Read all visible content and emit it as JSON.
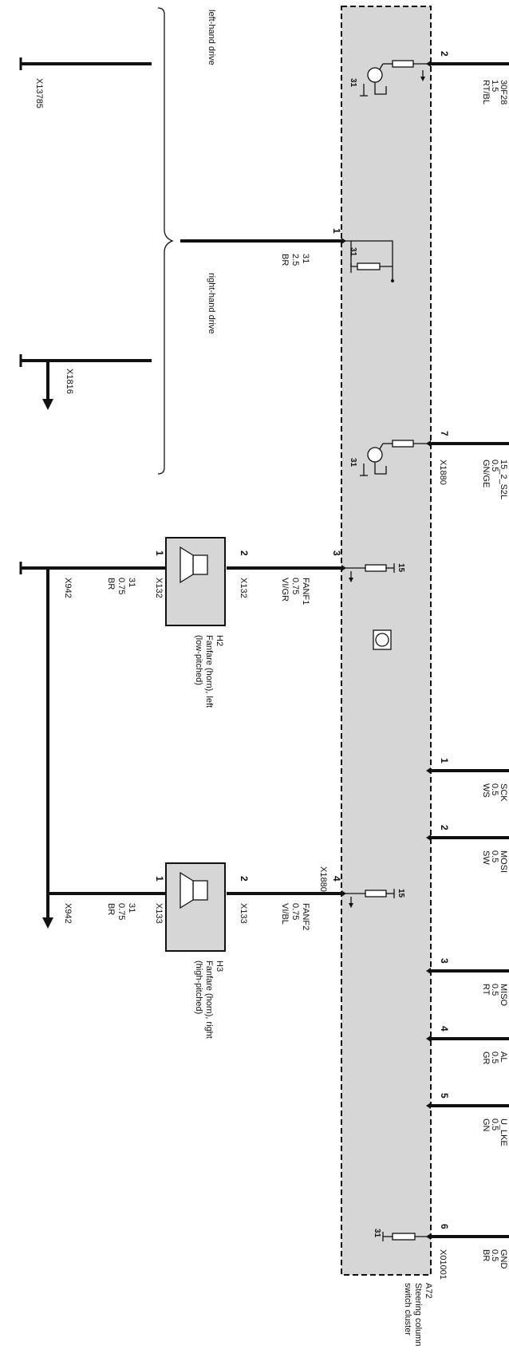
{
  "module": {
    "id": "A72",
    "name_line1": "Steering column",
    "name_line2": "switch cluster",
    "connector_top": "X1880",
    "connector_mid": "X1880",
    "connector_bottom": "X01001",
    "ground_terminal": "31",
    "supply_terminal": "15"
  },
  "right_wires": [
    {
      "pin": "2",
      "signal": "30F28",
      "size": "1.5",
      "color": "RT/BL"
    },
    {
      "pin": "7",
      "signal": "15_2_S2L",
      "size": "0.5",
      "color": "GN/GE"
    },
    {
      "pin": "1",
      "signal": "SCK",
      "size": "0.5",
      "color": "WS"
    },
    {
      "pin": "2",
      "signal": "MOSI",
      "size": "0.5",
      "color": "SW"
    },
    {
      "pin": "3",
      "signal": "MISO",
      "size": "0.5",
      "color": "RT"
    },
    {
      "pin": "4",
      "signal": "AL",
      "size": "0.5",
      "color": "GR"
    },
    {
      "pin": "5",
      "signal": "U_LKE",
      "size": "0.5",
      "color": "GN"
    },
    {
      "pin": "6",
      "signal": "GND",
      "size": "0.5",
      "color": "BR"
    }
  ],
  "ground_wire": {
    "pin": "1",
    "terminal": "31",
    "size": "2.5",
    "color": "BR"
  },
  "drive_labels": {
    "lhd": "left-hand drive",
    "rhd": "right-hand drive"
  },
  "ground_points": {
    "lhd": "X13785",
    "rhd": "X1816"
  },
  "horns": [
    {
      "id": "H2",
      "name_line1": "Fanfare (horn), left",
      "name_line2": "(low-pitched)",
      "conn": "X132",
      "module_pin": "3",
      "signal": "FANF1",
      "signal_size": "0.75",
      "signal_color": "VI/GR",
      "ground_terminal": "31",
      "ground_size": "0.75",
      "ground_color": "BR",
      "ground_point": "X942",
      "pin_pos": "2",
      "pin_neg": "1"
    },
    {
      "id": "H3",
      "name_line1": "Fanfare (horn), right",
      "name_line2": "(high-pitched)",
      "conn": "X133",
      "module_pin": "4",
      "signal": "FANF2",
      "signal_size": "0.75",
      "signal_color": "VI/BL",
      "ground_terminal": "31",
      "ground_size": "0.75",
      "ground_color": "BR",
      "ground_point": "X942",
      "pin_pos": "2",
      "pin_neg": "1"
    }
  ]
}
